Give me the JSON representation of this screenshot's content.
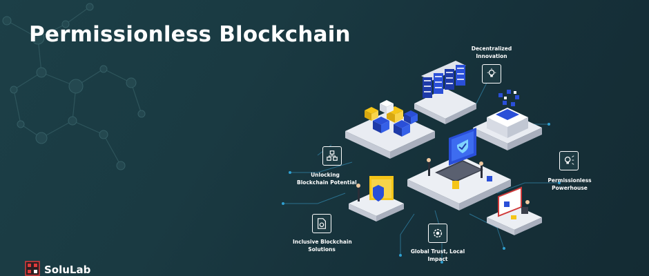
{
  "title": "Permissionless Blockchain",
  "brand": {
    "name": "SoluLab"
  },
  "features": [
    {
      "line1": "Decentralized",
      "line2": "Innovation",
      "icon": "lightbulb-gear-icon"
    },
    {
      "line1": "Unlocking",
      "line2": "Blockchain Potential",
      "icon": "blocks-network-icon"
    },
    {
      "line1": "Permissionless",
      "line2": "Powerhouse",
      "icon": "idea-spark-icon"
    },
    {
      "line1": "Inclusive Blockchain",
      "line2": "Solutions",
      "icon": "document-gear-icon"
    },
    {
      "line1": "Global Trust, Local",
      "line2": "Impact",
      "icon": "gear-badge-icon"
    }
  ],
  "colors": {
    "background": "#1a3a42",
    "accent_blue": "#2a4fd8",
    "accent_yellow": "#f5c518",
    "platform": "#e6e9f0",
    "logo_red": "#e03a3a"
  }
}
